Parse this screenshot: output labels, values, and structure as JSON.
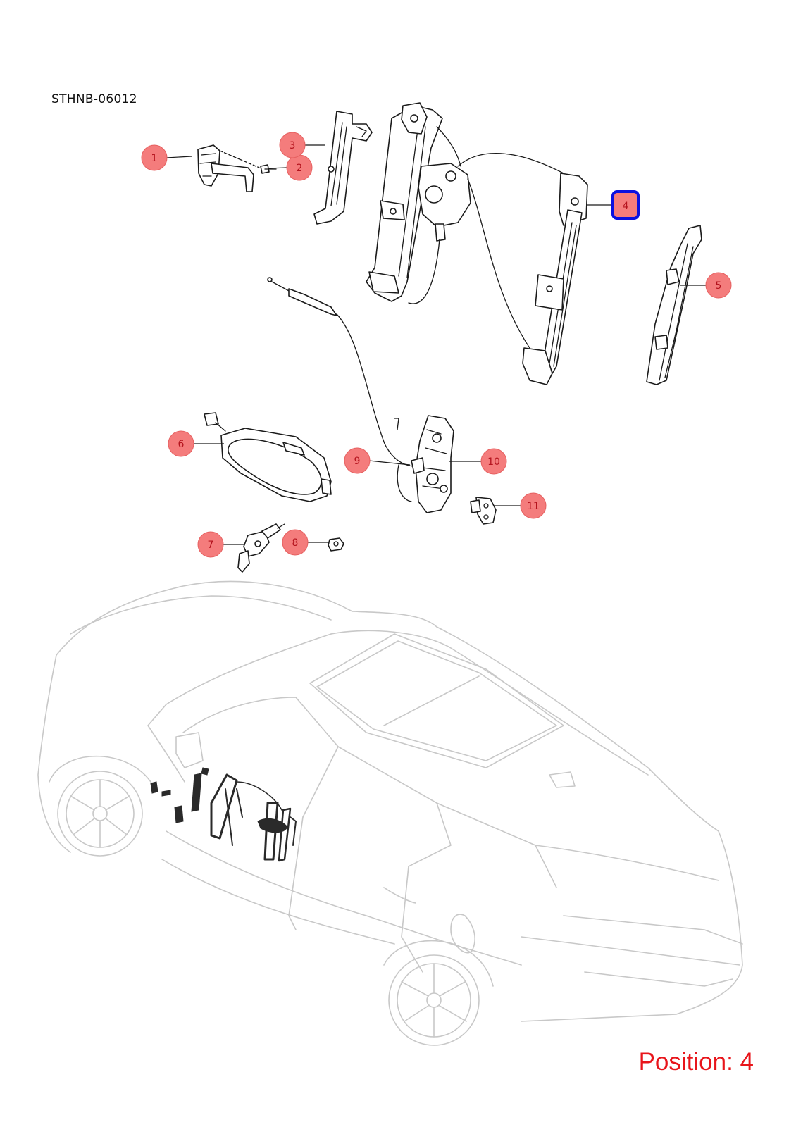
{
  "diagram_code": "STHNB-06012",
  "position_label": "Position: 4",
  "highlight_color": "#0a10e0",
  "callout_fill": "#f47c7c",
  "callouts": [
    "1",
    "2",
    "3",
    "4",
    "5",
    "6",
    "7",
    "8",
    "9",
    "10",
    "11"
  ],
  "selected_callout": "4"
}
